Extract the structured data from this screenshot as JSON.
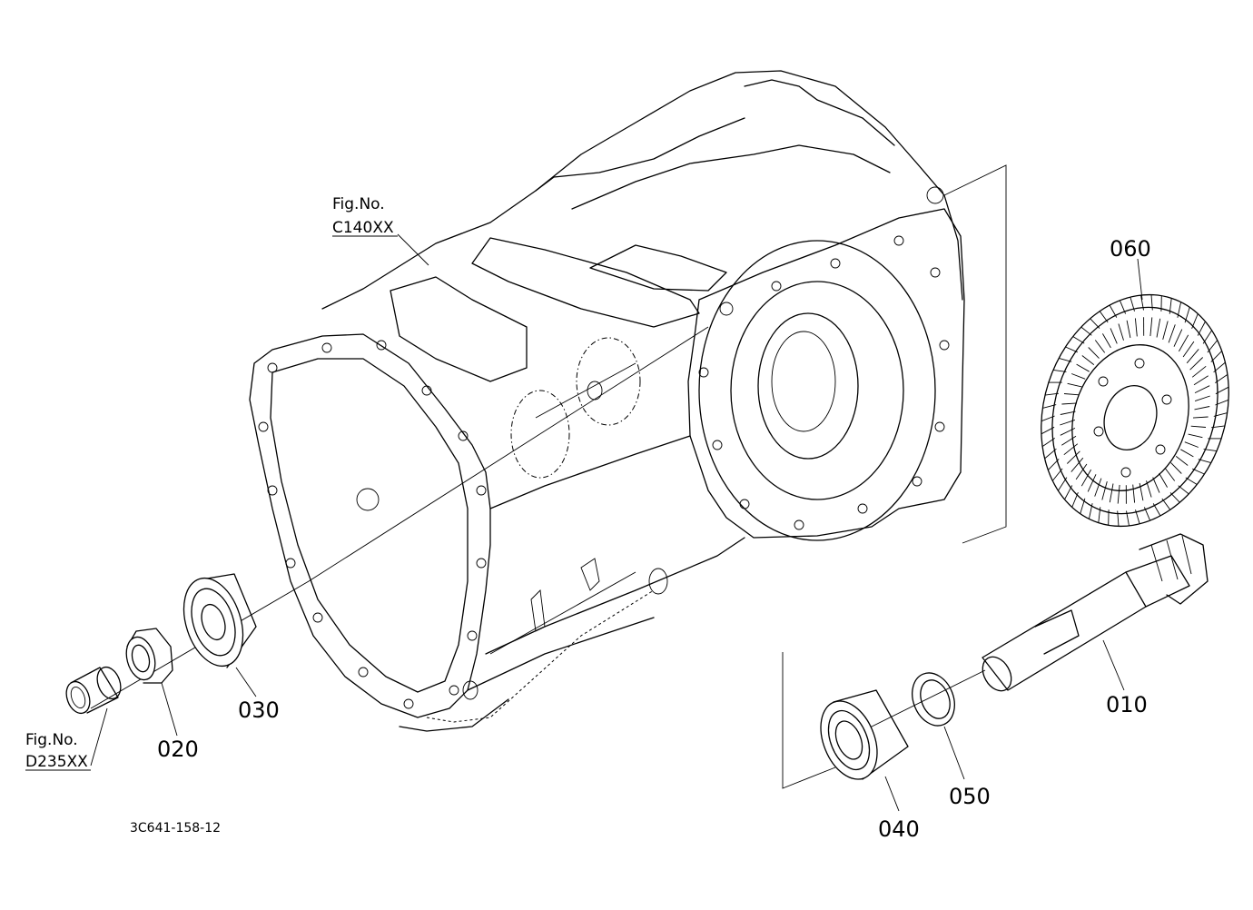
{
  "diagram_code": "3C641-158-12",
  "references": [
    {
      "id": "ref-c140",
      "label": "Fig.No.",
      "code": "C140XX"
    },
    {
      "id": "ref-d235",
      "label": "Fig.No.",
      "code": "D235XX"
    }
  ],
  "parts": {
    "p010": "010",
    "p020": "020",
    "p030": "030",
    "p040": "040",
    "p050": "050",
    "p060": "060"
  }
}
